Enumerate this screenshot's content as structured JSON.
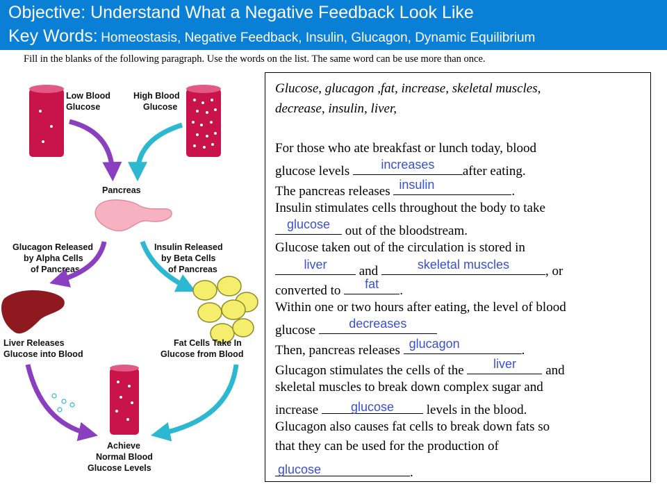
{
  "header": {
    "objective": "Objective: Understand What a Negative Feedback Look Like",
    "keywords_label": "Key Words:",
    "keywords": "Homeostasis, Negative Feedback, Insulin, Glucagon, Dynamic Equilibrium",
    "bg_color": "#0a7fd6"
  },
  "instructions": "Fill in the blanks of the following paragraph. Use the words on the list. The same word can be use more than once.",
  "diagram": {
    "low_1": "Low Blood",
    "low_2": "Glucose",
    "high_1": "High Blood",
    "high_2": "Glucose",
    "pancreas": "Pancreas",
    "glucagon_1": "Glucagon Released",
    "glucagon_2": "by Alpha Cells",
    "glucagon_3": "of Pancreas",
    "insulin_1": "Insulin Released",
    "insulin_2": "by Beta Cells",
    "insulin_3": "of Pancreas",
    "liver_1": "Liver Releases",
    "liver_2": "Glucose into Blood",
    "fat_1": "Fat Cells Take In",
    "fat_2": "Glucose from Blood",
    "achieve_1": "Achieve",
    "achieve_2": "Normal Blood",
    "achieve_3": "Glucose Levels"
  },
  "word_list_1": " Glucose, glucagon  ,fat, increase, skeletal muscles,",
  "word_list_2": "decrease, insulin, liver,",
  "paragraph": {
    "p1a": "For those who ate breakfast or lunch today, blood",
    "p2a": "glucose levels ",
    "p2b": "after eating.",
    "p3a": "The pancreas releases ",
    "p3b": ".",
    "p4a": "Insulin stimulates cells throughout the body to take",
    "p5b": " out of the bloodstream.",
    "p6a": "Glucose taken out of the circulation is stored in",
    "p7b": " and ",
    "p7c": ", or",
    "p8a": "converted to ",
    "p8b": ".",
    "p9a": "Within one or two hours after eating, the level of blood",
    "p10a": "glucose ",
    "p11a": "Then, pancreas releases ",
    "p11b": ".",
    "p12a": "Glucagon stimulates the cells of the ",
    "p12b": " and",
    "p13a": "skeletal muscles to break down complex sugar and",
    "p14a": "increase ",
    "p14b": " levels in the blood.",
    "p15a": "Glucagon also causes fat cells to break down fats so",
    "p16a": "that they can be used for the production of",
    "p17b": "."
  },
  "answers": {
    "a1": "increases",
    "a2": "insulin",
    "a3": "glucose",
    "a4": "liver",
    "a5": "skeletal muscles",
    "a6": "fat",
    "a7": "decreases",
    "a8": "glucagon",
    "a9": "liver",
    "a10": "glucose",
    "a11": "glucose"
  }
}
